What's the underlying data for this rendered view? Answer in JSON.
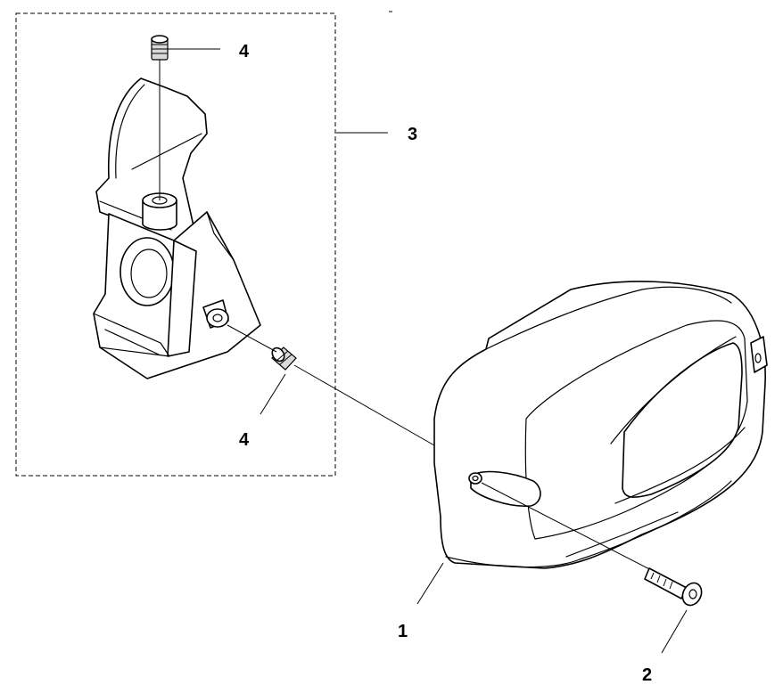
{
  "callouts": {
    "part1": "1",
    "part2": "2",
    "part3": "3",
    "part4_top": "4",
    "part4_bottom": "4"
  }
}
